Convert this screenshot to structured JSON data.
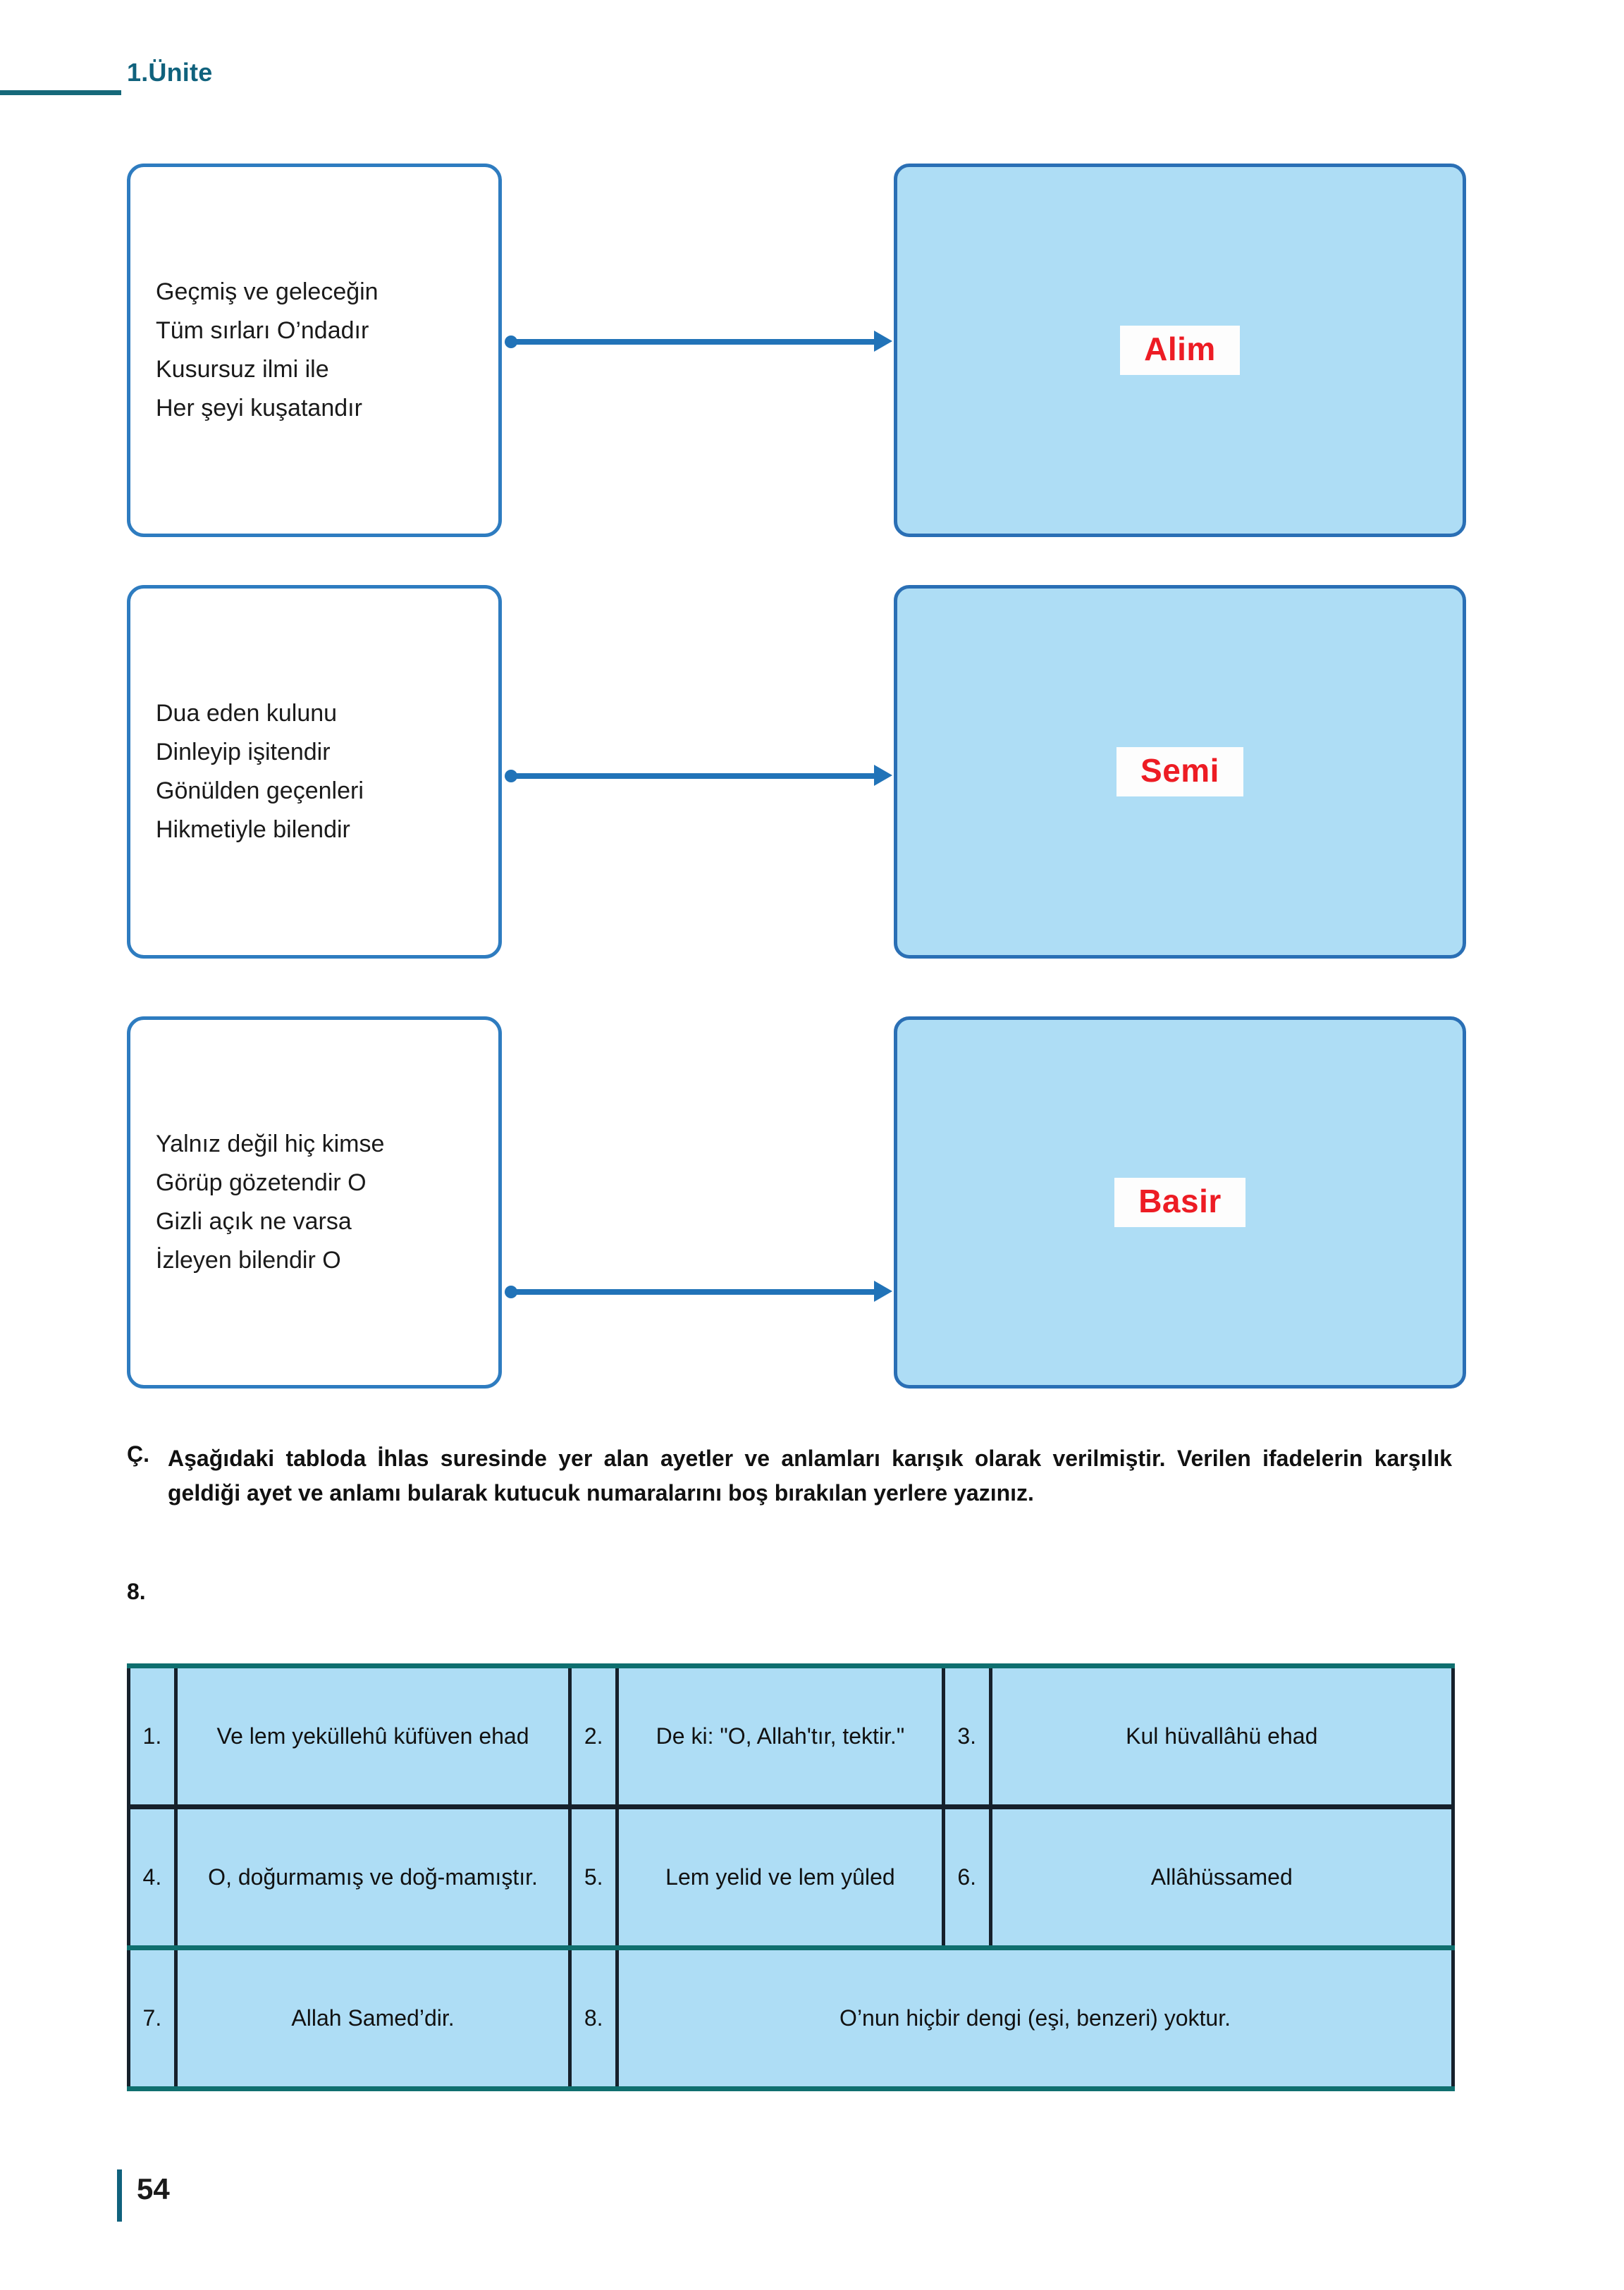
{
  "header": {
    "unit_label": "1.Ünite"
  },
  "match_pairs": [
    {
      "clue_lines": [
        "Geçmiş ve geleceğin",
        "Tüm sırları O’ndadır",
        "Kusursuz ilmi ile",
        "Her şeyi kuşatandır"
      ],
      "answer": "Alim"
    },
    {
      "clue_lines": [
        "Dua eden kulunu",
        "Dinleyip işitendir",
        "Gönülden geçenleri",
        "Hikmetiyle bilendir"
      ],
      "answer": "Semi"
    },
    {
      "clue_lines": [
        "Yalnız değil hiç kimse",
        "Görüp gözetendir O",
        "Gizli açık ne varsa",
        "İzleyen bilendir O"
      ],
      "answer": "Basir"
    }
  ],
  "instruction": {
    "marker": "Ç.",
    "text": "Aşağıdaki tabloda İhlas suresinde yer alan ayetler ve anlamları karışık olarak verilmiştir. Verilen ifadelerin karşılık geldiği ayet ve anlamı bularak kutucuk numaralarını boş bırakılan yerlere yazınız.",
    "item_number": "8."
  },
  "table": {
    "rows": [
      {
        "cells": [
          {
            "num": "1.",
            "text": "Ve lem yeküllehû küfüven ehad"
          },
          {
            "num": "2.",
            "text": "De ki: \"O, Allah'tır, tektir.\""
          },
          {
            "num": "3.",
            "text": "Kul hüvallâhü ehad"
          }
        ]
      },
      {
        "cells": [
          {
            "num": "4.",
            "text": "O, doğurmamış ve doğ-mamıştır."
          },
          {
            "num": "5.",
            "text": "Lem yelid ve lem yûled"
          },
          {
            "num": "6.",
            "text": "Allâhüssamed"
          }
        ]
      },
      {
        "cells": [
          {
            "num": "7.",
            "text": "Allah Samed’dir."
          },
          {
            "num": "8.",
            "text": "O’nun hiçbir dengi (eşi, benzeri) yoktur."
          }
        ]
      }
    ]
  },
  "footer": {
    "page_number": "54"
  },
  "colors": {
    "teal": "#10627d",
    "blue_border": "#2e7cc0",
    "blue_fill": "#aeddf5",
    "red_accent": "#ed1c24",
    "connector": "#2173b8",
    "table_outer": "#0f6f6f",
    "table_inner": "#16202b"
  }
}
